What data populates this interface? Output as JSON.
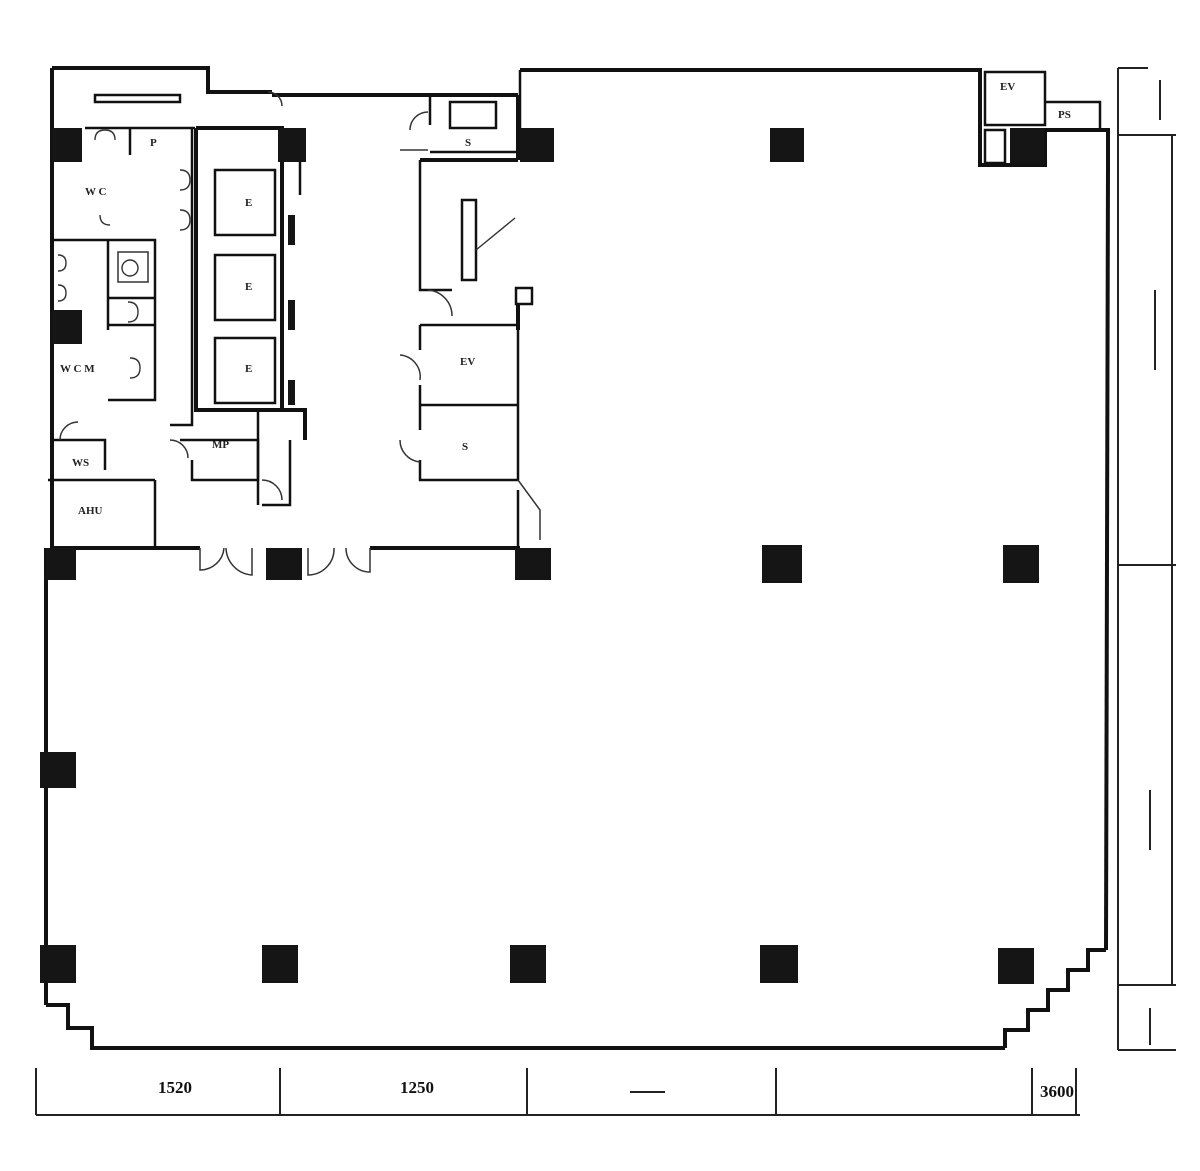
{
  "dimensions": {
    "bottom": [
      "1520",
      "1250",
      "",
      "",
      "3600"
    ]
  }
}
